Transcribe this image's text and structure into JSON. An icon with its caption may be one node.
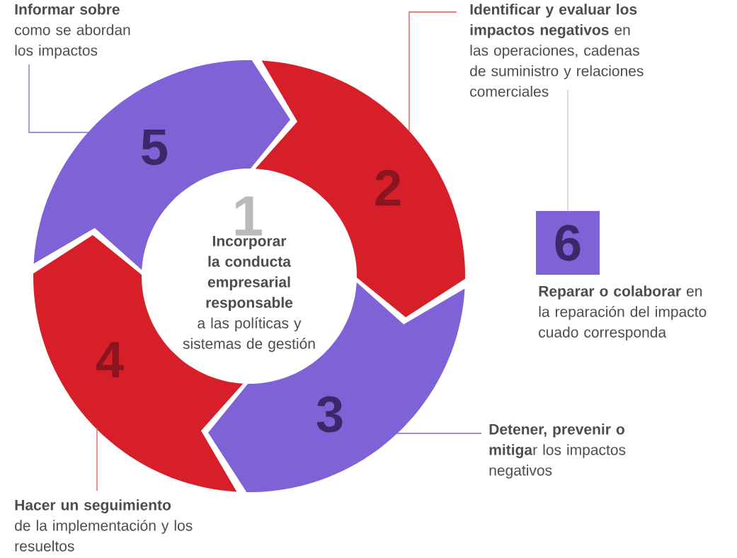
{
  "diagram": {
    "nodes": [
      {
        "text": [
          "1",
          "**Incorporar la conducta empresarial responsable** a las políticas y sistemas de gestión"
        ]
      },
      {
        "text": [
          "2"
        ]
      },
      {
        "text": [
          "3"
        ]
      },
      {
        "text": [
          "4"
        ]
      },
      {
        "text": [
          "5"
        ]
      },
      {
        "text": [
          "6"
        ],
        "beside": [
          "**Reparar o colaborar** en la reparación del impacto cuado corresponda"
        ]
      },
      {
        "text": [
          "**Identificar y evaluar los impactos negativos** en las operaciones, cadenas de suministro y relaciones comerciales"
        ]
      },
      {
        "text": [
          "**Detener, prevenir o mitiga**r los impactos negativos"
        ]
      },
      {
        "text": [
          "**Hacer un seguimiento** de la implementación y los resueltos"
        ]
      },
      {
        "text": [
          "**Informar sobre** como se abordan los impactos"
        ]
      }
    ],
    "edges": [
      {
        "from": 6,
        "to": 1,
        "arrow": "none",
        "color": "#e3545e"
      },
      {
        "from": 6,
        "to": 5,
        "arrow": "none",
        "color": "#c8c8c8"
      },
      {
        "from": 2,
        "to": 7,
        "arrow": "none",
        "color": "#8069d8"
      },
      {
        "from": 3,
        "to": 8,
        "arrow": "none",
        "color": "#e3545e"
      },
      {
        "from": 9,
        "to": 4,
        "arrow": "none",
        "color": "#8069d8"
      }
    ]
  }
}
